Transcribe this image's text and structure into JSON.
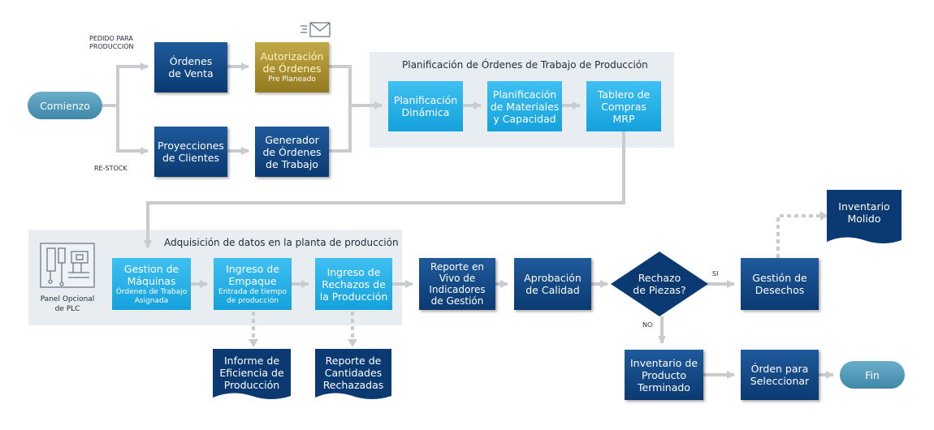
{
  "labels": {
    "pedido": "PEDIDO PARA\nPRODUCCIÓN",
    "restock": "RE-STOCK",
    "panel_plc": "Panel Opcional\nde PLC",
    "si": "SI",
    "no": "NO"
  },
  "groups": {
    "planning_title": "Planificación de Órdenes de Trabajo de Producción",
    "acquisition_title": "Adquisición de datos en la planta de producción"
  },
  "nodes": {
    "comienzo": "Comienzo",
    "ordenes_venta": "Órdenes\nde Venta",
    "autorizacion": "Autorización\nde Órdenes",
    "autorizacion_sub": "Pre Planeado",
    "proyecciones": "Proyecciones\nde Clientes",
    "generador": "Generador\nde Órdenes\nde Trabajo",
    "plan_dinamica": "Planificación\nDinámica",
    "plan_materiales": "Planificación\nde Materiales\ny Capacidad",
    "tablero": "Tablero de\nCompras\nMRP",
    "gestion_maquinas": "Gestion de\nMáquinas",
    "gestion_maquinas_sub": "Órdenes de Trabajo\nAsignada",
    "ingreso_empaque": "Ingreso de\nEmpaque",
    "ingreso_empaque_sub": "Entrada de tiempo\nde producción",
    "ingreso_rechazos": "Ingreso de\nRechazos de\nla Producción",
    "reporte_vivo": "Reporte en\nVivo de\nIndicadores\nde Gestión",
    "aprobacion": "Aprobación\nde Calidad",
    "rechazo": "Rechazo\nde Piezas?",
    "gestion_desechos": "Gestión de\nDesechos",
    "inventario_molido": "Inventario\nMolido",
    "informe_eficiencia": "Informe de\nEficiencia de\nProducción",
    "reporte_cantidades": "Reporte de\nCantidades\nRechazadas",
    "inventario_producto": "Inventario de\nProducto\nTerminado",
    "orden_seleccionar": "Órden para\nSeleccionar",
    "fin": "Fin"
  },
  "colors": {
    "dark_box": "#0b3a72",
    "light_box": "#14a1dc",
    "gold_box": "#a88e2e",
    "pill": "#4a8fb0",
    "connector": "#c8cccf",
    "panel": "#e8edf1"
  }
}
